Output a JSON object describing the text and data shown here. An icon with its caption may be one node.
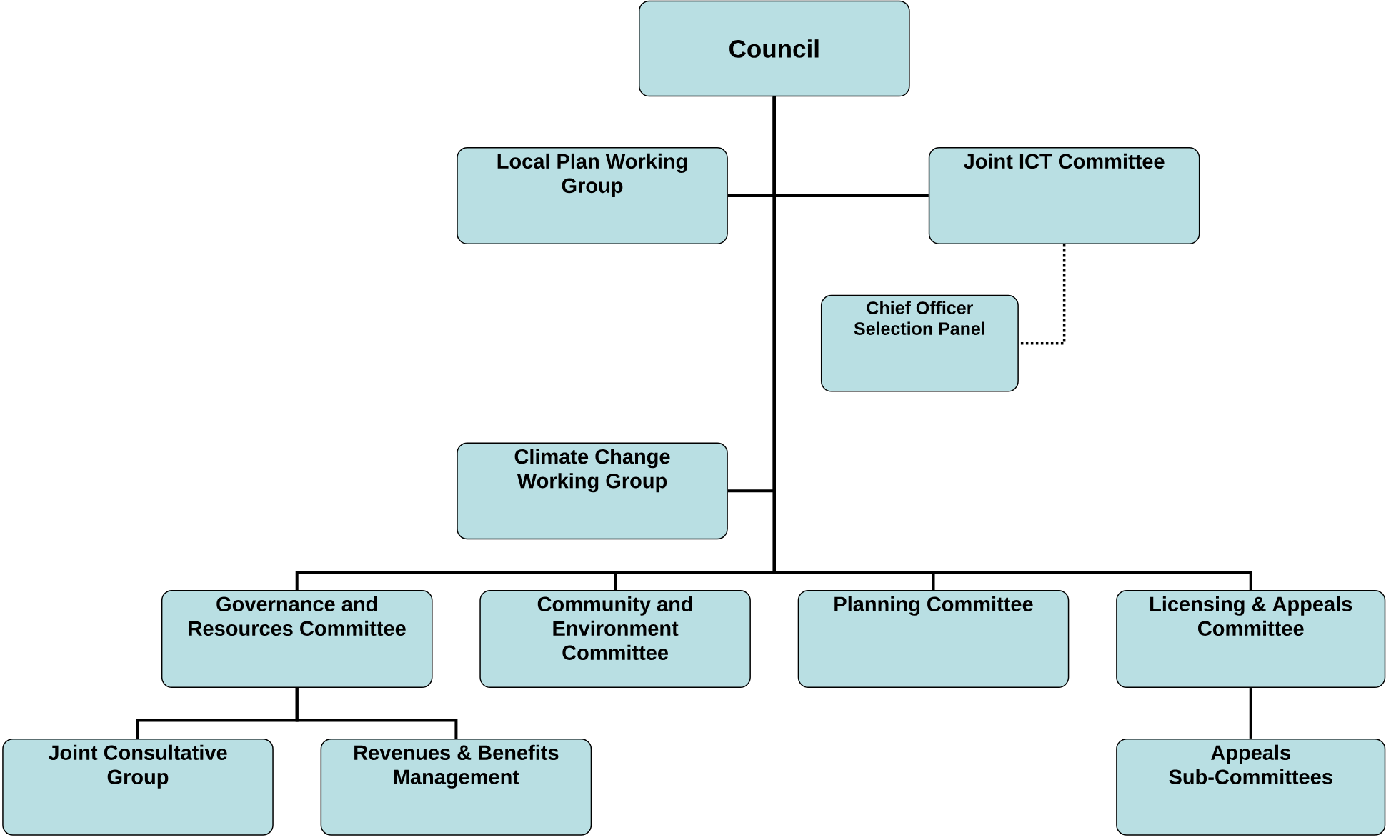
{
  "diagram": {
    "nodes": [
      {
        "text": [
          "Council"
        ]
      },
      {
        "text": [
          "Local Plan Working Group"
        ]
      },
      {
        "text": [
          "Joint ICT Committee"
        ]
      },
      {
        "text": [
          "Chief Officer Selection Panel"
        ]
      },
      {
        "text": [
          "Climate Change Working Group"
        ]
      },
      {
        "text": [
          "Governance and Resources Committee"
        ]
      },
      {
        "text": [
          "Community and Environment Committee"
        ]
      },
      {
        "text": [
          "Planning Committee"
        ]
      },
      {
        "text": [
          "Licensing & Appeals Committee"
        ]
      },
      {
        "text": [
          "Joint Consultative Group"
        ]
      },
      {
        "text": [
          "Revenues & Benefits Management"
        ]
      },
      {
        "text": [
          "Appeals Sub-Committees"
        ]
      }
    ],
    "edges": [
      {
        "from": 0,
        "to": 1,
        "arrow": "none"
      },
      {
        "from": 0,
        "to": 2,
        "arrow": "none"
      },
      {
        "from": 2,
        "to": 3,
        "arrow": "none",
        "style": "dashed"
      },
      {
        "from": 0,
        "to": 4,
        "arrow": "none"
      },
      {
        "from": 0,
        "to": 5,
        "arrow": "none"
      },
      {
        "from": 0,
        "to": 6,
        "arrow": "none"
      },
      {
        "from": 0,
        "to": 7,
        "arrow": "none"
      },
      {
        "from": 0,
        "to": 8,
        "arrow": "none"
      },
      {
        "from": 5,
        "to": 9,
        "arrow": "none"
      },
      {
        "from": 5,
        "to": 10,
        "arrow": "none"
      },
      {
        "from": 8,
        "to": 11,
        "arrow": "none"
      }
    ]
  }
}
